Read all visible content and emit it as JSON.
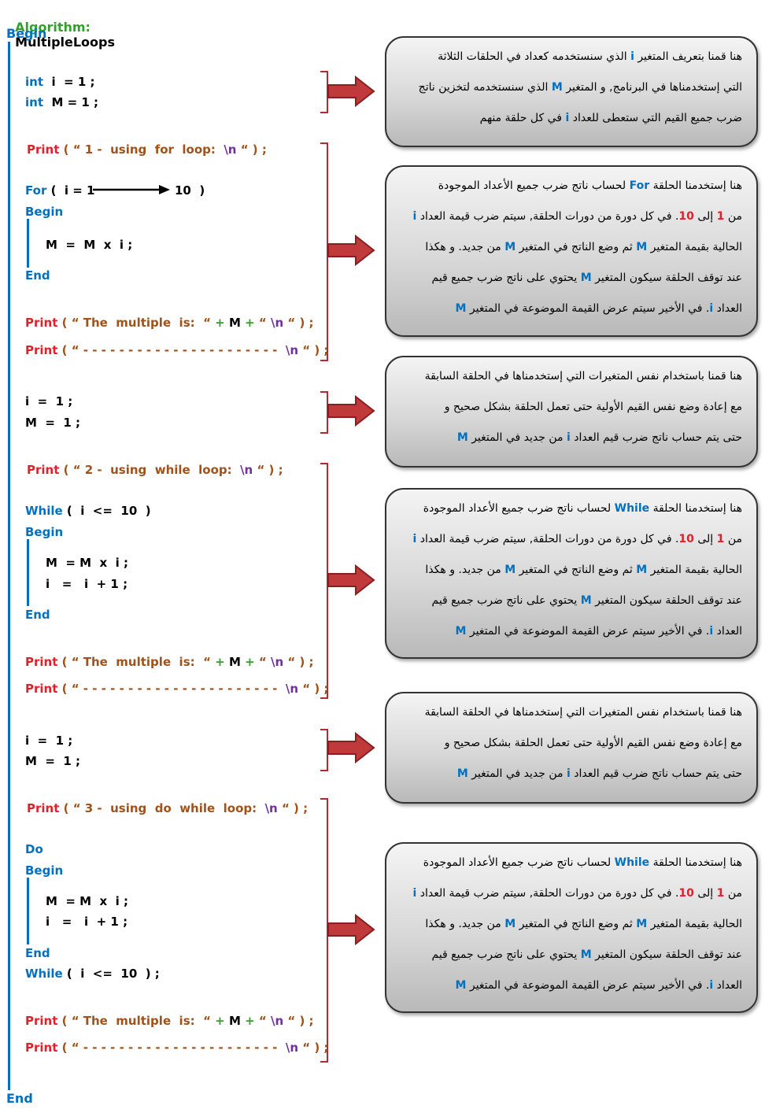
{
  "header": {
    "label": "Algorithm:",
    "name": "MultipleLoops",
    "begin": "Begin",
    "end": "End"
  },
  "code": {
    "decl_int1": "int",
    "decl_rest1": "  i  = 1 ;",
    "decl_int2": "int",
    "decl_rest2": "  M = 1 ;",
    "print_kw": "Print",
    "p1_msg": " ( “ 1 -  using  for  loop:  ",
    "nl": "\\n",
    "p_close": " “ ) ;",
    "for_kw": "For",
    "for_head": " (  i = 1",
    "for_to": "10  )",
    "begin_kw": "Begin",
    "end_kw": "End",
    "for_body": "M  =  M  x  i ;",
    "res_open": " ( “ The  multiple  is:  “ ",
    "plus": "+",
    "res_m": " M ",
    "res_q": " “ ",
    "res_close": " “ ) ;",
    "dash_open": " ( “ ",
    "dashes": "- - - - - - - - - - - - - - - - - - - - - -",
    "dash_nl_pre": "  ",
    "reset_i": "i  =  1 ;",
    "reset_m": "M  =  1 ;",
    "p2_msg": " ( “ 2 -  using  while  loop:  ",
    "while_kw": "While",
    "while_cond": " (  i  <=  10  )",
    "while_cond_semi": " (  i  <=  10  ) ;",
    "body_m": "M  = M  x  i ;",
    "body_i": "i   =   i  + 1 ;",
    "p3_msg": " ( “ 3 -  using  do  while  loop:  ",
    "do_kw": "Do"
  },
  "notes": {
    "n1": [
      "هنا قمنا بتعريف المتغير ",
      "i",
      " الذي سنستخدمه كعداد في الحلقات الثلاثة",
      "التي إستخدمناها في البرنامج, و المتغير ",
      "M",
      " الذي سنستخدمه لتخزين ناتج",
      "ضرب جميع القيم التي ستعطى للعداد ",
      "i",
      " في كل حلقة منهم"
    ],
    "loop_a": "هنا إستخدمنا الحلقة ",
    "loop_for": "For",
    "loop_while": "While",
    "loop_b": " لحساب ناتج ضرب جميع الأعداد الموجودة",
    "l2_a": "من ",
    "l2_one": "1",
    "l2_b": " إلى ",
    "l2_ten": "10",
    "l2_c": ". في كل دورة من دورات الحلقة, سيتم ضرب قيمة العداد ",
    "l2_i": "i",
    "l3_a": "الحالية بقيمة المتغير ",
    "l3_m": "M",
    "l3_b": " ثم وضع الناتج في المتغير ",
    "l3_c": " من جديد. و هكذا",
    "l4_a": "عند توقف الحلقة سيكون المتغير ",
    "l4_b": " يحتوي على ناتج ضرب جميع قيم",
    "l5_a": "العداد ",
    "l5_b": ". في الأخير سيتم عرض القيمة الموضوعة في المتغير ",
    "r1": "هنا قمنا باستخدام نفس المتغيرات التي إستخدمناها في الحلقة السابقة",
    "r2": "مع إعادة وضع نفس القيم الأولية حتى تعمل الحلقة بشكل صحيح و",
    "r3_a": "حتى يتم حساب ناتج ضرب قيم العداد ",
    "r3_b": " من جديد في المتغير "
  },
  "colors": {
    "keyword": "#0070c0",
    "print": "#e0202a",
    "string": "#a0521a",
    "escape": "#7030a0",
    "plus": "#33a02c",
    "arrow": "#c0393b"
  }
}
